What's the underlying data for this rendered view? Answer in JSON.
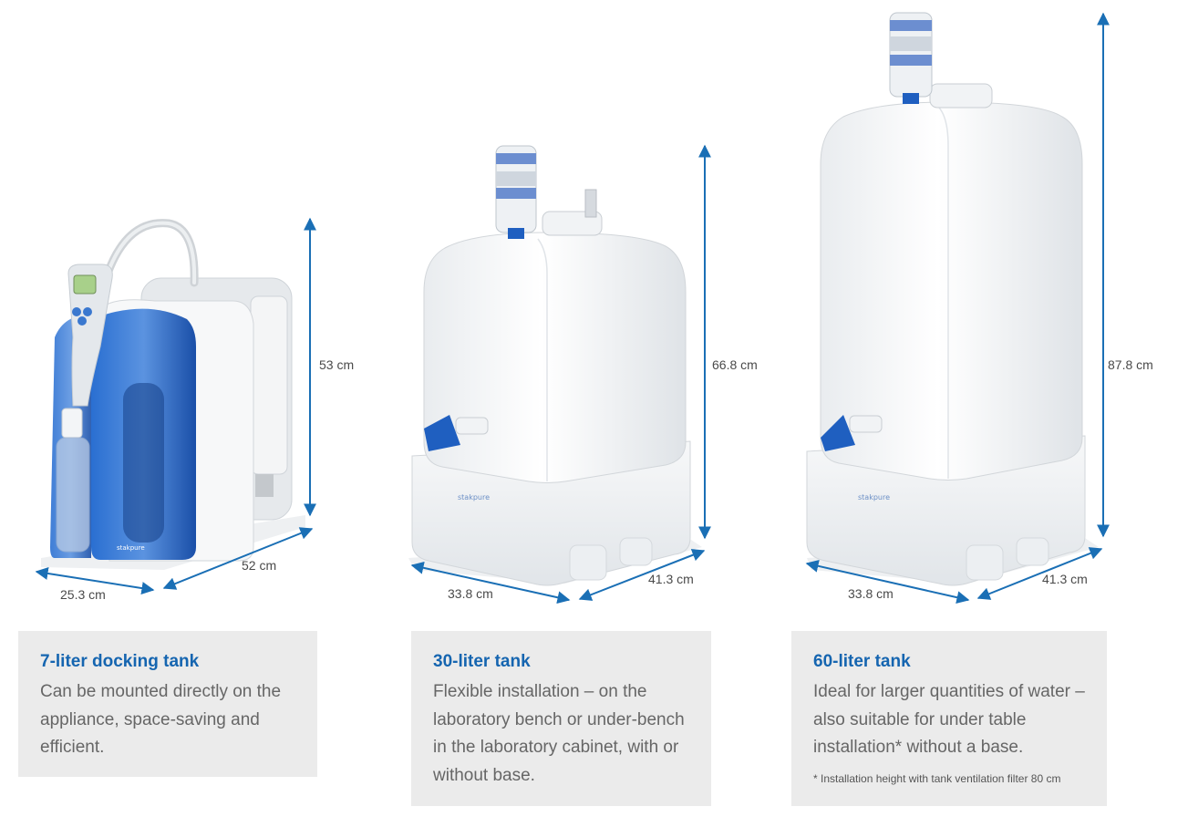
{
  "products": [
    {
      "brand_logo": "stakpure",
      "height_label": "53 cm",
      "width_label": "25.3 cm",
      "depth_label": "52 cm",
      "title": "7-liter docking tank",
      "description": "Can be mounted directly on the appliance, space-saving and efficient.",
      "note": ""
    },
    {
      "brand_logo": "stakpure",
      "height_label": "66.8 cm",
      "width_label": "33.8 cm",
      "depth_label": "41.3 cm",
      "title": "30-liter tank",
      "description": "Flexible installation – on the laboratory bench or under-bench in the laboratory cabinet, with or without base.",
      "note": ""
    },
    {
      "brand_logo": "stakpure",
      "height_label": "87.8 cm",
      "width_label": "33.8 cm",
      "depth_label": "41.3 cm",
      "title": "60-liter tank",
      "description": "Ideal for larger quantities of water – also suitable for under table installation* without a base.",
      "note": "* Installation height with tank ventilation filter 80 cm"
    }
  ],
  "colors": {
    "accent": "#1565b0",
    "arrow": "#1a6fb5",
    "card_bg": "#ebebeb",
    "device_blue": "#1f5fc0"
  }
}
